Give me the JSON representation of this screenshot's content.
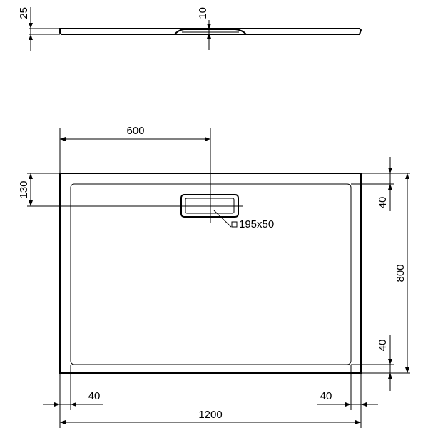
{
  "drawing": {
    "side_view": {
      "height_dim": "25",
      "drain_depth_dim": "10"
    },
    "plan_view": {
      "drain_offset_x": "600",
      "drain_offset_y": "130",
      "drain_size": "195x50",
      "rim_left": "40",
      "rim_right": "40",
      "rim_top": "40",
      "rim_bottom": "40",
      "width": "1200",
      "depth": "800"
    }
  }
}
